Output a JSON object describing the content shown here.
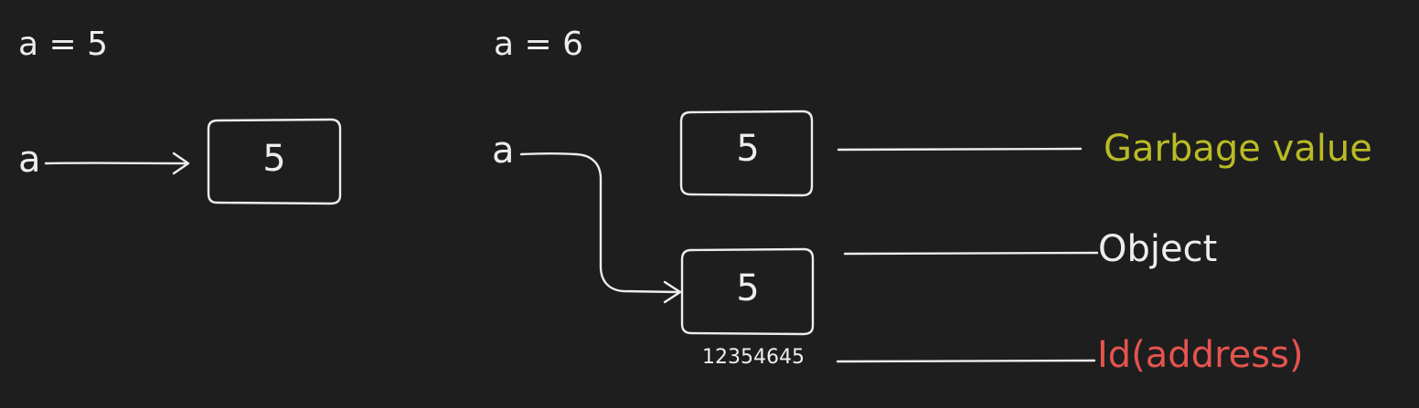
{
  "left": {
    "statement": "a = 5",
    "variable": "a",
    "box_value": "5"
  },
  "right": {
    "statement": "a = 6",
    "variable": "a",
    "garbage_box_value": "5",
    "object_box_value": "5",
    "address": "12354645",
    "labels": {
      "garbage": "Garbage value",
      "object": "Object",
      "id": "Id(address)"
    }
  },
  "colors": {
    "background": "#1e1e1e",
    "stroke": "#ededed",
    "garbage_label": "#b9bb25",
    "object_label": "#ededed",
    "id_label": "#e5544f"
  }
}
